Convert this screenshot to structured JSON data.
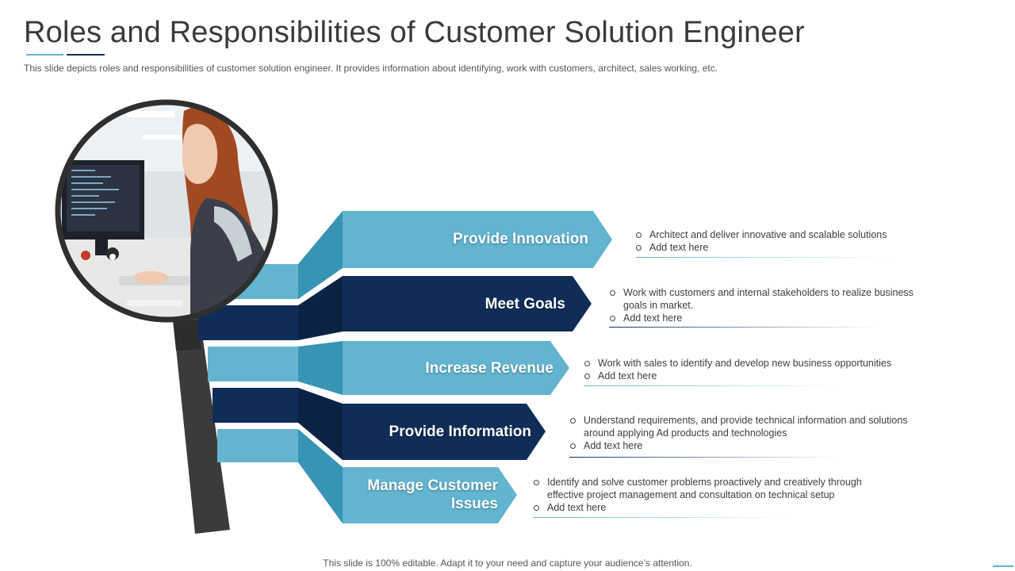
{
  "header": {
    "title": "Roles and Responsibilities of Customer Solution Engineer",
    "subtitle": "This slide depicts roles and responsibilities of customer solution engineer. It provides information about identifying, work with customers, architect, sales working, etc."
  },
  "colors": {
    "light_blue": "#62b4d0",
    "mid_blue": "#3794b4",
    "dark_navy": "#0f2d57",
    "navy_shade": "#0a2345",
    "handle": "#3a3a3a"
  },
  "image": {
    "description_icon": "woman-at-computer-photo"
  },
  "roles": [
    {
      "label": "Provide Innovation",
      "bullets": [
        "Architect and deliver innovative  and scalable solutions",
        "Add text here"
      ]
    },
    {
      "label": "Meet Goals",
      "bullets": [
        "Work with customers and internal stakeholders to realize business goals in market.",
        "Add text here"
      ]
    },
    {
      "label": "Increase Revenue",
      "bullets": [
        "Work with sales to identify and develop  new business opportunities",
        "Add text here"
      ]
    },
    {
      "label": "Provide Information",
      "bullets": [
        "Understand requirements, and provide technical information and solutions around applying Ad products and technologies",
        "Add text here"
      ]
    },
    {
      "label": "Manage Customer Issues",
      "bullets": [
        "Identify and solve customer problems proactively and creatively through effective  project management and consultation on technical setup",
        "Add text here"
      ]
    }
  ],
  "footer": "This slide is 100% editable. Adapt it to your need and capture your audience’s attention."
}
